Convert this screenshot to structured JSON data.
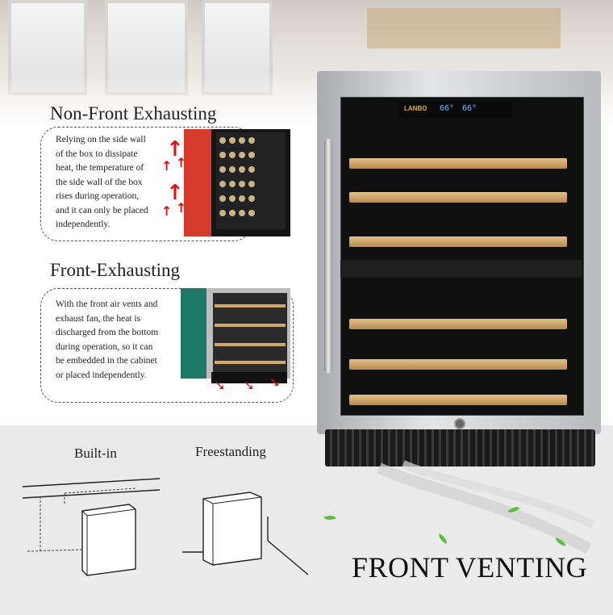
{
  "sections": {
    "non_front": {
      "heading": "Non-Front Exhausting",
      "lines": [
        "Relying on the side wall",
        "of the box to dissipate",
        "heat, the temperature of",
        "the side wall of the box",
        "rises during operation,",
        "and it can only be placed",
        "independently."
      ]
    },
    "front": {
      "heading": "Front-Exhausting",
      "lines": [
        "With the front air vents and",
        "exhaust fan, the heat is",
        "discharged from the bottom",
        "during operation, so it can",
        "be embedded in the cabinet",
        "or placed independently."
      ]
    }
  },
  "fridge": {
    "brand": "LANBO",
    "temp_left": "66°",
    "temp_right": "66°"
  },
  "install": {
    "built_in": "Built-in",
    "freestanding": "Freestanding"
  },
  "banner": "FRONT VENTING",
  "colors": {
    "accent_red": "#d63a2b",
    "accent_green": "#1f7a6a",
    "wood": "#d2a867"
  },
  "icons": [
    "heat-up-arrow-icon",
    "exhaust-arrow-icon",
    "leaf-icon"
  ]
}
